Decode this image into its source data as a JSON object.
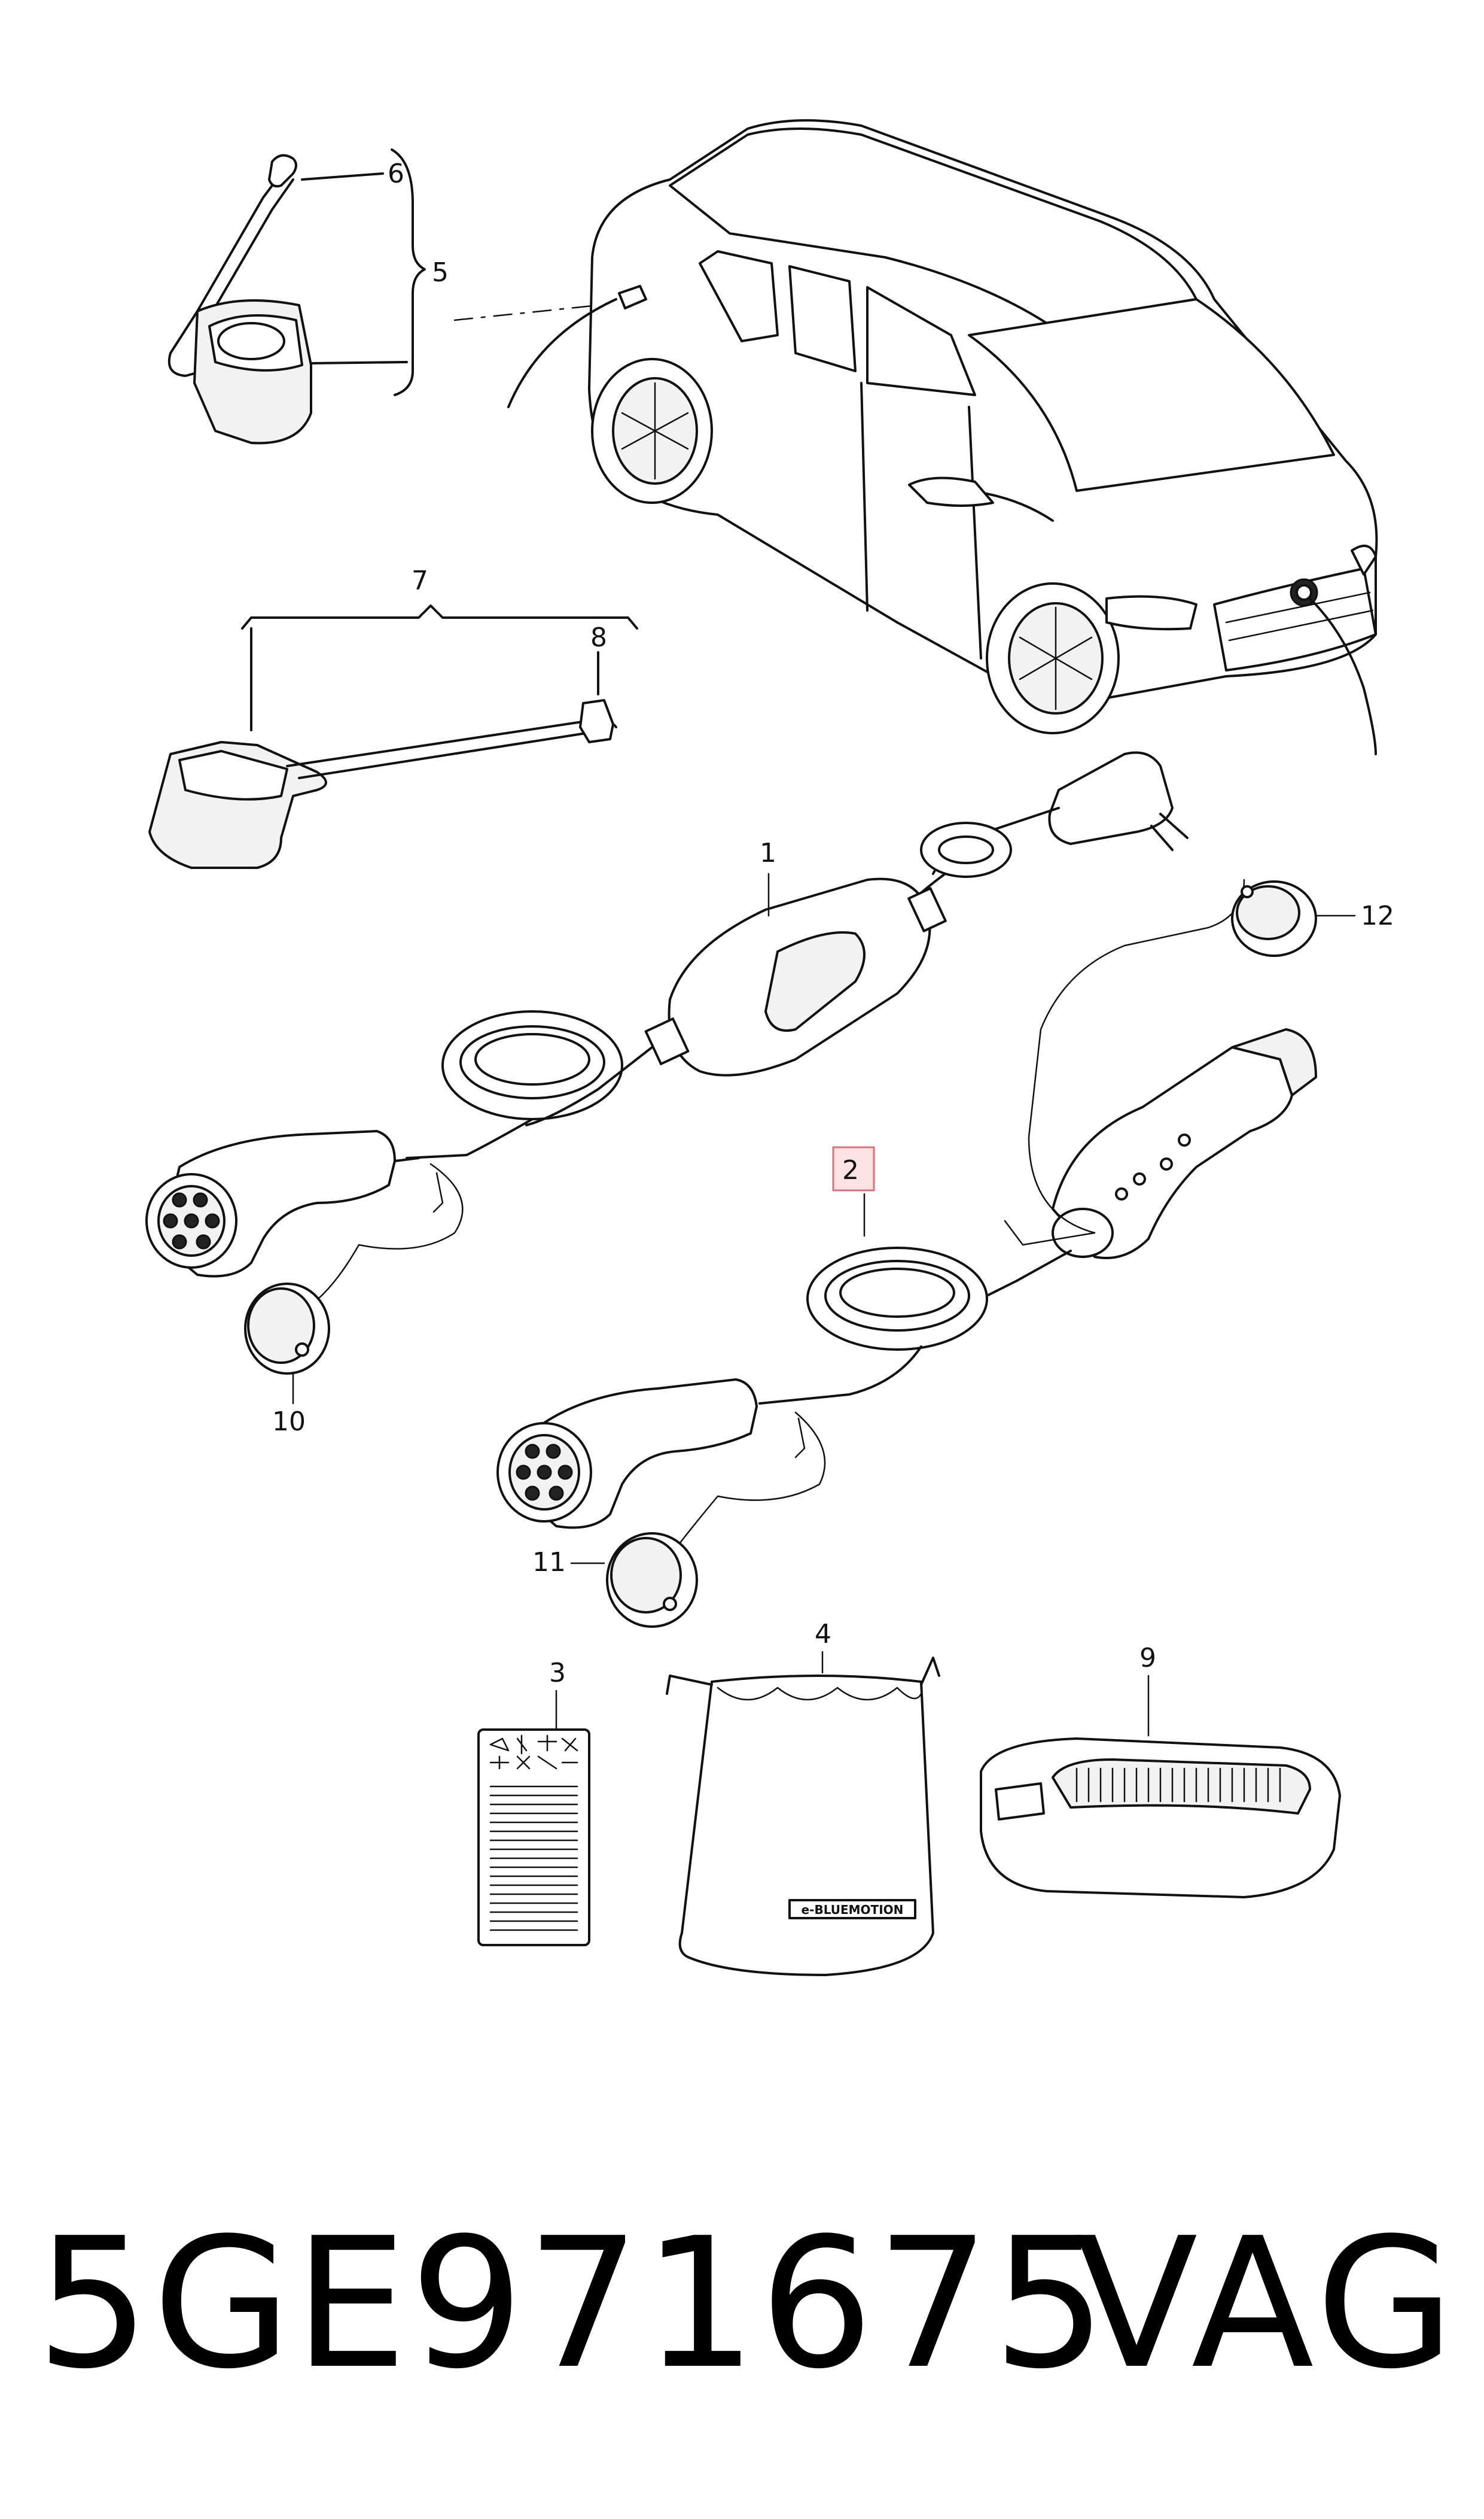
{
  "diagram": {
    "callouts": {
      "c1": "1",
      "c2": "2",
      "c3": "3",
      "c4": "4",
      "c5": "5",
      "c6": "6",
      "c7": "7",
      "c8": "8",
      "c9": "9",
      "c10": "10",
      "c11": "11",
      "c12": "12"
    },
    "highlighted_callout": "2",
    "highlight_color": "#fde2e4",
    "bag_label": "e-BLUEMOTION"
  },
  "footer": {
    "part_number": "5GE971675",
    "brand": "VAG"
  }
}
